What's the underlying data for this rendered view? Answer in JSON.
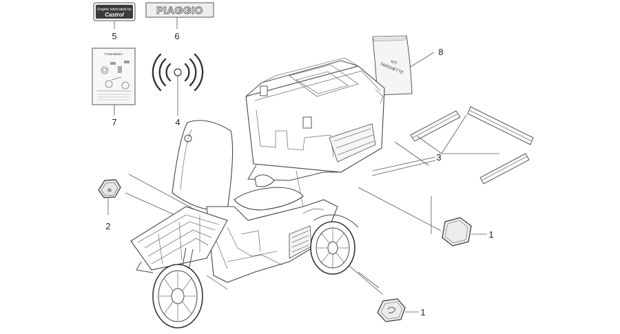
{
  "decals": {
    "castrol_label": {
      "line1": "Engine lubricated by",
      "brand": "Castrol"
    },
    "piaggio_label": {
      "text": "PIAGGIO"
    },
    "kit_bag": {
      "line1": "KIT",
      "line2": "TARGHETTE"
    },
    "sticker_header": "PosteItaliane"
  },
  "callouts": [
    {
      "id": "callout-5",
      "label": "5"
    },
    {
      "id": "callout-6",
      "label": "6"
    },
    {
      "id": "callout-7",
      "label": "7"
    },
    {
      "id": "callout-4",
      "label": "4"
    },
    {
      "id": "callout-8",
      "label": "8"
    },
    {
      "id": "callout-3",
      "label": "3"
    },
    {
      "id": "callout-2",
      "label": "2"
    },
    {
      "id": "callout-1a",
      "label": "1"
    },
    {
      "id": "callout-1b",
      "label": "1"
    }
  ]
}
